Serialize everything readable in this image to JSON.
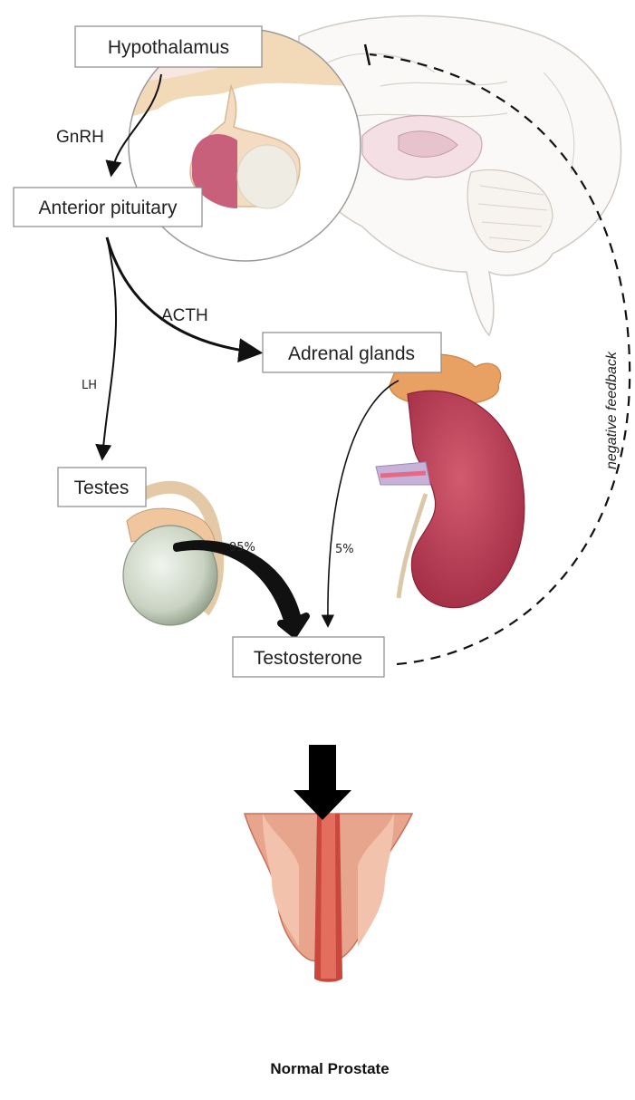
{
  "boxes": {
    "hypothalamus": "Hypothalamus",
    "anterior_pituitary": "Anterior pituitary",
    "adrenal_glands": "Adrenal glands",
    "testes": "Testes",
    "testosterone": "Testosterone"
  },
  "hormones": {
    "gnrh": "GnRH",
    "acth": "ACTH",
    "lh": "LH"
  },
  "percentages": {
    "testes_share": "95%",
    "adrenal_share": "5%"
  },
  "feedback_label": "negative feedback",
  "caption": "Normal Prostate",
  "colors": {
    "arrow": "#111111",
    "box_border": "#8a8a8a",
    "kidney": "#b5374f",
    "adrenal": "#e8a062",
    "prostate": "#e9a189",
    "brain_outline": "#c9c3bd"
  }
}
